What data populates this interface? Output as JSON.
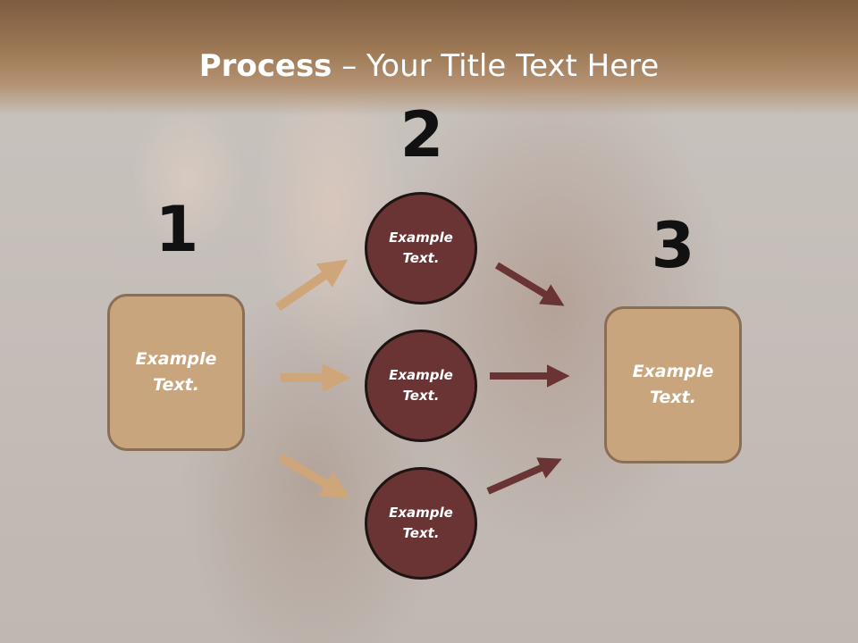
{
  "slide": {
    "title_bold": "Process",
    "title_rest": " – Your Title Text Here"
  },
  "steps": [
    "1",
    "2",
    "3"
  ],
  "left_box": {
    "text": "Example\nText."
  },
  "right_box": {
    "text": "Example\nText."
  },
  "circles": [
    {
      "text": "Example\nText."
    },
    {
      "text": "Example\nText."
    },
    {
      "text": "Example\nText."
    }
  ],
  "colors": {
    "box_fill": "#c8a57c",
    "box_border": "#8a6e55",
    "circle_fill": "#6a3434",
    "circle_border": "#1e1414",
    "arrow_light": "#cfa57a",
    "arrow_dark": "#6a3434",
    "header": "#9e7a56"
  }
}
